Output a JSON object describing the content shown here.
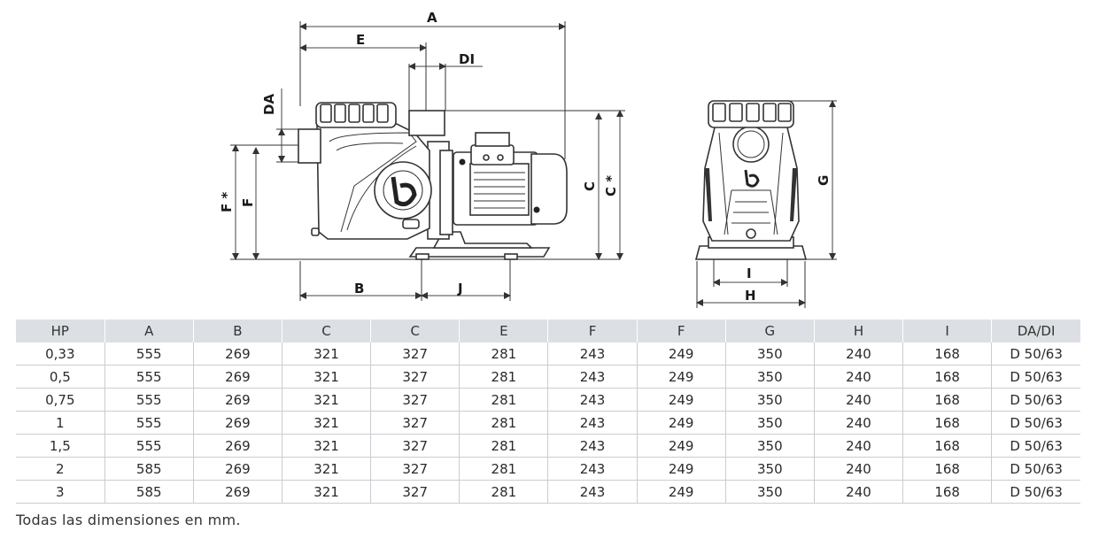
{
  "drawing": {
    "labels": {
      "A": "A",
      "E": "E",
      "DI": "DI",
      "DA": "DA",
      "F_star": "F *",
      "F": "F",
      "B": "B",
      "J": "J",
      "C": "C",
      "C_star": "C *",
      "G": "G",
      "I": "I",
      "H": "H"
    }
  },
  "table": {
    "headers": [
      "HP",
      "A",
      "B",
      "C",
      "C",
      "E",
      "F",
      "F",
      "G",
      "H",
      "I",
      "DA/DI"
    ],
    "rows": [
      [
        "0,33",
        "555",
        "269",
        "321",
        "327",
        "281",
        "243",
        "249",
        "350",
        "240",
        "168",
        "D 50/63"
      ],
      [
        "0,5",
        "555",
        "269",
        "321",
        "327",
        "281",
        "243",
        "249",
        "350",
        "240",
        "168",
        "D 50/63"
      ],
      [
        "0,75",
        "555",
        "269",
        "321",
        "327",
        "281",
        "243",
        "249",
        "350",
        "240",
        "168",
        "D 50/63"
      ],
      [
        "1",
        "555",
        "269",
        "321",
        "327",
        "281",
        "243",
        "249",
        "350",
        "240",
        "168",
        "D 50/63"
      ],
      [
        "1,5",
        "555",
        "269",
        "321",
        "327",
        "281",
        "243",
        "249",
        "350",
        "240",
        "168",
        "D 50/63"
      ],
      [
        "2",
        "585",
        "269",
        "321",
        "327",
        "281",
        "243",
        "249",
        "350",
        "240",
        "168",
        "D 50/63"
      ],
      [
        "3",
        "585",
        "269",
        "321",
        "327",
        "281",
        "243",
        "249",
        "350",
        "240",
        "168",
        "D 50/63"
      ]
    ]
  },
  "note": "Todas las dimensiones en mm."
}
